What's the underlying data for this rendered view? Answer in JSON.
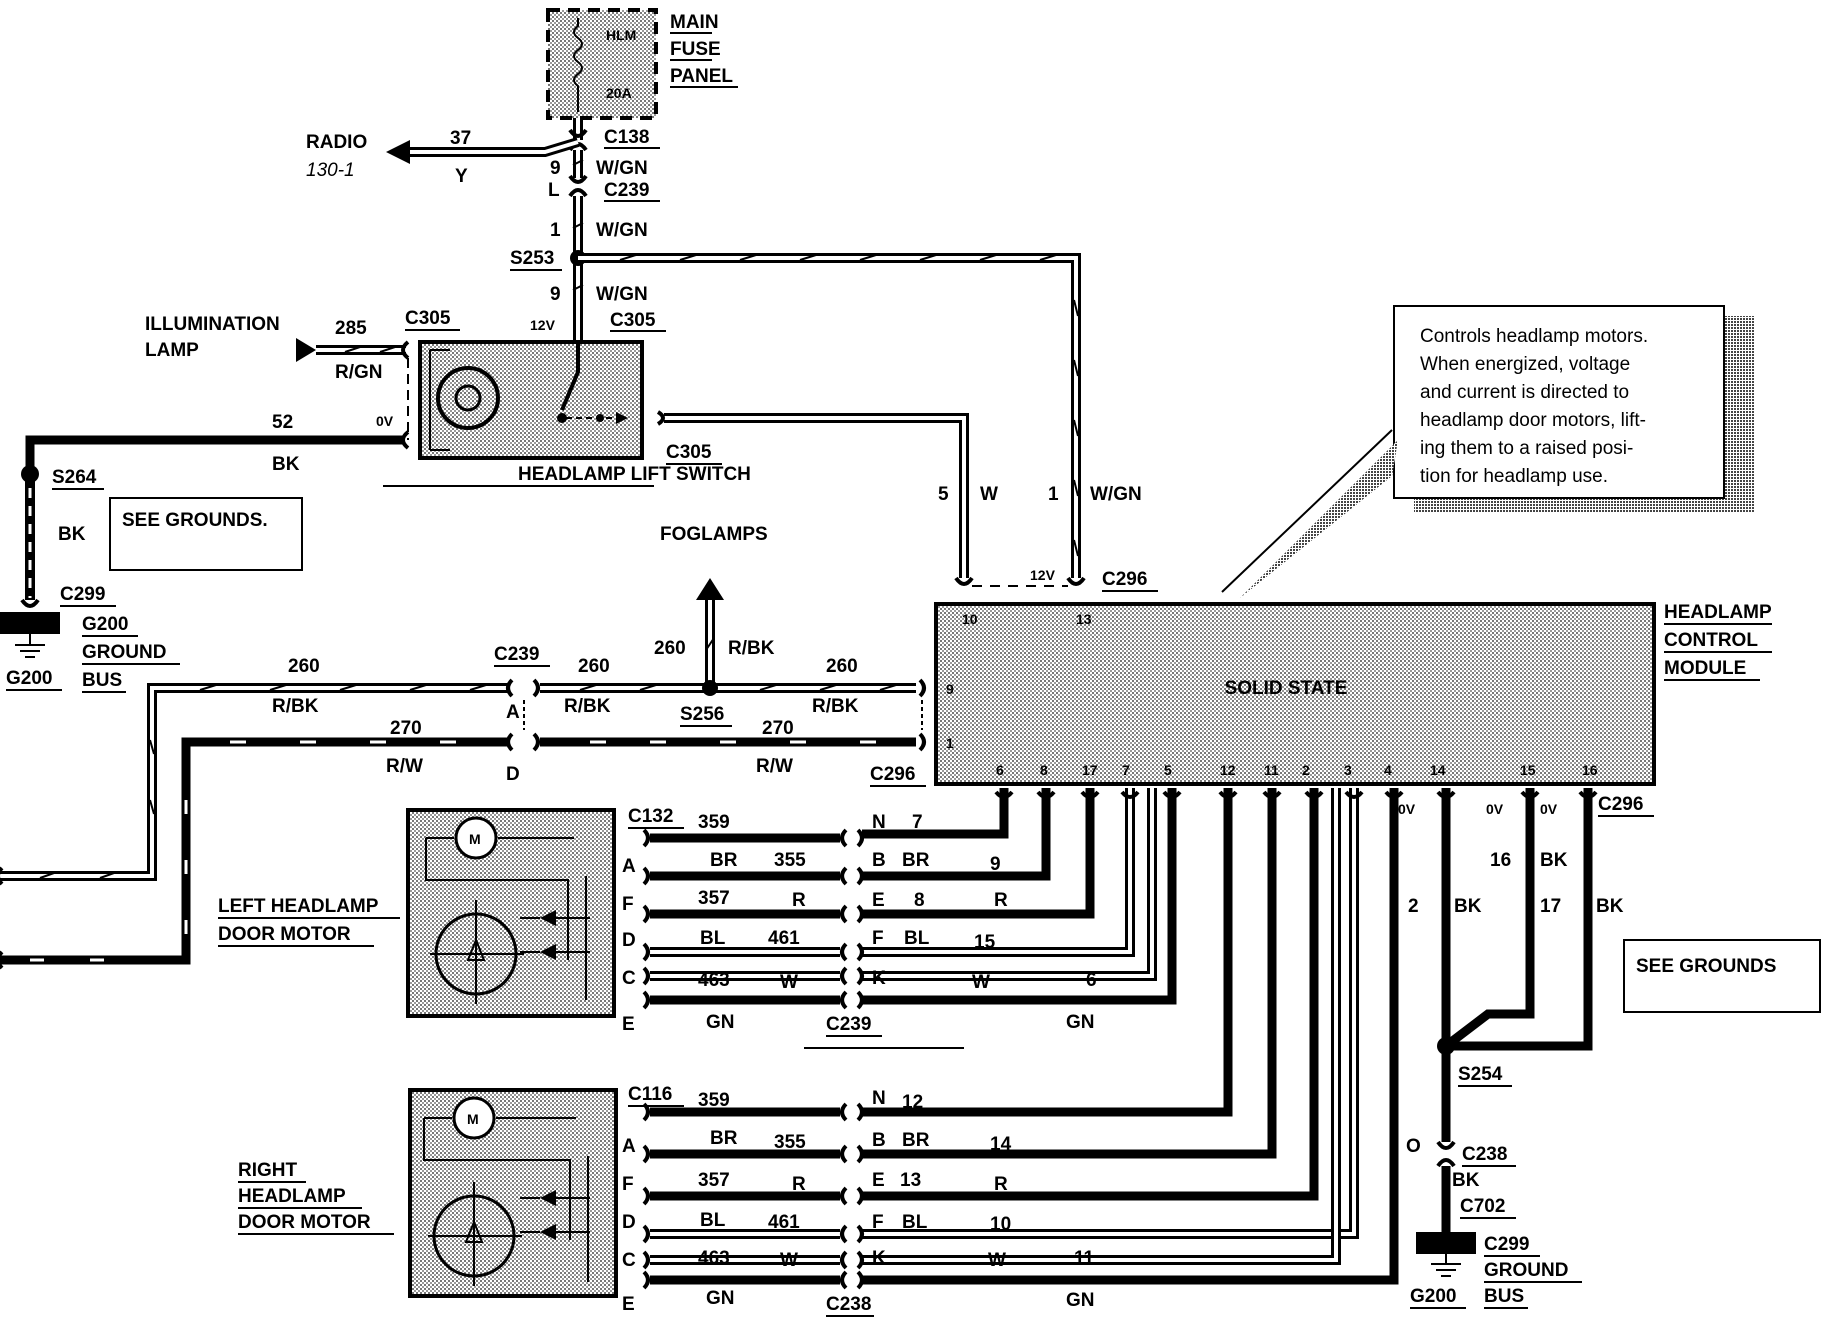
{
  "fuse_panel": {
    "title1": "MAIN",
    "title2": "FUSE",
    "title3": "PANEL",
    "fuse_name": "HLM",
    "fuse_rating": "20A"
  },
  "radio": {
    "label": "RADIO",
    "ref": "130-1",
    "circuit": "37",
    "color": "Y"
  },
  "wires_top": {
    "c138": "C138",
    "c138_color": "W/GN",
    "c239_pin": "9",
    "c239_pin_letter": "L",
    "c239": "C239",
    "c239_color": "W/GN",
    "s253_pin": "1",
    "s253_color": "W/GN",
    "s253": "S253",
    "c305_pin": "9",
    "c305_color": "W/GN",
    "c305": "C305",
    "v12": "12V"
  },
  "illumination": {
    "label1": "ILLUMINATION",
    "label2": "LAMP",
    "circuit": "285",
    "color": "R/GN",
    "connector": "C305"
  },
  "lift_switch": {
    "label": "HEADLAMP LIFT SWITCH",
    "connector_right": "C305",
    "v0": "0V"
  },
  "ground_left": {
    "circuit": "52",
    "color": "BK",
    "splice": "S264",
    "color2": "BK",
    "see": "SEE GROUNDS.",
    "c299": "C299",
    "g200": "G200",
    "gnd1": "G200",
    "gnd2": "GROUND",
    "gnd3": "BUS"
  },
  "foglamps": {
    "label": "FOGLAMPS",
    "circuit": "260",
    "color": "R/BK"
  },
  "bus_wires": {
    "c239": "C239",
    "pin_a": "A",
    "pin_d": "D",
    "w260": "260",
    "rbk": "R/BK",
    "w270": "270",
    "rw": "R/W",
    "s256": "S256",
    "c296": "C296"
  },
  "module": {
    "title1": "HEADLAMP",
    "title2": "CONTROL",
    "title3": "MODULE",
    "inner": "SOLID STATE",
    "connector": "C296",
    "v12": "12V",
    "pins_top": [
      "10",
      "13"
    ],
    "pins_left": [
      "9",
      "1"
    ],
    "pins_bottom": [
      "6",
      "8",
      "17",
      "7",
      "5",
      "12",
      "11",
      "2",
      "3",
      "4",
      "14",
      "15",
      "16"
    ],
    "wire_w_pin": "5",
    "wire_w_color": "W",
    "wire_wgn_pin": "1",
    "wire_wgn_color": "W/GN",
    "v0": [
      "0V",
      "0V",
      "0V"
    ],
    "connector_bottom": "C296"
  },
  "note": {
    "lines": [
      "Controls headlamp motors.",
      "When energized, voltage",
      "and current is directed to",
      "headlamp door motors, lift-",
      "ing them to a raised posi-",
      "tion for headlamp use."
    ]
  },
  "left_motor": {
    "label1": "LEFT HEADLAMP",
    "label2": "DOOR MOTOR",
    "connector": "C132",
    "connector_mid": "C239",
    "pins": [
      "A",
      "F",
      "D",
      "C",
      "E"
    ],
    "rows": [
      {
        "circuit": "359",
        "color": "",
        "mid_pin": "N",
        "num": "7"
      },
      {
        "circuit": "355",
        "color": "BR",
        "mid_pin": "B",
        "num": "9",
        "color2": "BR"
      },
      {
        "circuit": "",
        "color": "R",
        "mid_pin": "E",
        "num": "",
        "color2": "R",
        "pre": "357",
        "num2": "8"
      },
      {
        "circuit": "461",
        "color": "BL",
        "mid_pin": "F",
        "num": "15",
        "color2": "BL"
      },
      {
        "circuit": "463",
        "color": "W",
        "mid_pin": "K",
        "num": "6",
        "color2": "W"
      },
      {
        "circuit": "",
        "color": "GN",
        "mid_pin": "",
        "num": "",
        "color2": "GN"
      }
    ]
  },
  "right_motor": {
    "label1": "RIGHT",
    "label2": "HEADLAMP",
    "label3": "DOOR MOTOR",
    "connector": "C116",
    "connector_mid": "C238",
    "pins": [
      "A",
      "F",
      "D",
      "C",
      "E"
    ],
    "rows": [
      {
        "circuit": "359",
        "mid_pin": "N",
        "num": "12"
      },
      {
        "circuit": "355",
        "color": "BR",
        "mid_pin": "B",
        "color2": "BR",
        "num": "14"
      },
      {
        "circuit": "357",
        "color": "R",
        "mid_pin": "E",
        "num": "13",
        "color2": "R"
      },
      {
        "circuit": "461",
        "color": "BL",
        "mid_pin": "F",
        "color2": "BL",
        "num": "10"
      },
      {
        "circuit": "463",
        "color": "W",
        "mid_pin": "K",
        "color2": "W",
        "num": "11"
      },
      {
        "color": "GN",
        "color2": "GN"
      }
    ]
  },
  "ground_right": {
    "w2": "2",
    "bk1": "BK",
    "w16": "16",
    "bk2": "BK",
    "w17": "17",
    "bk3": "BK",
    "see": "SEE GROUNDS",
    "s254": "S254",
    "o": "O",
    "c238": "C238",
    "bk4": "BK",
    "c702": "C702",
    "c299": "C299",
    "gnd2": "GROUND",
    "gnd3": "BUS",
    "g200": "G200"
  }
}
